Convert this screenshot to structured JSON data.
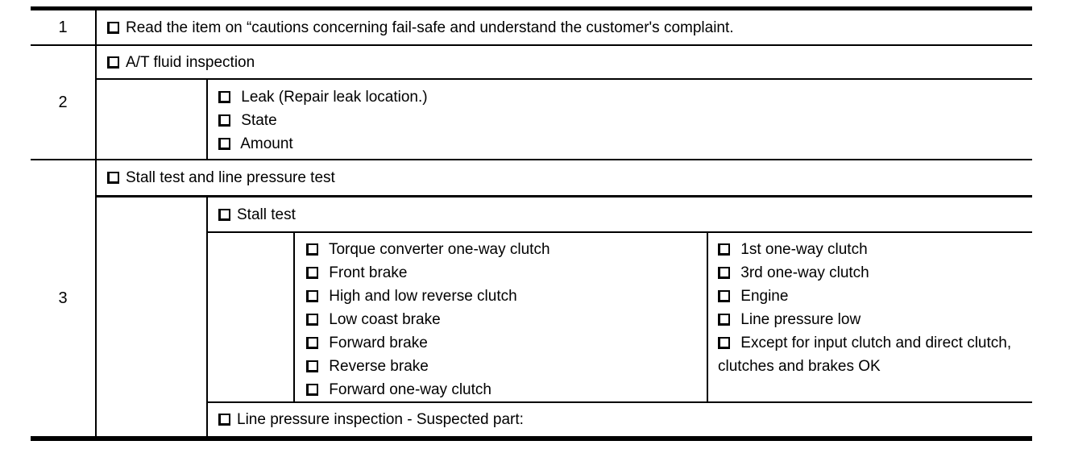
{
  "page": {
    "background": "#ffffff",
    "border_color": "#000000",
    "text_color": "#000000"
  },
  "checklist": {
    "rows": [
      {
        "number": "1",
        "text": "Read the item on “cautions concerning fail-safe and understand the customer's complaint."
      },
      {
        "number": "2",
        "header": "A/T fluid inspection",
        "sub_items": [
          "Leak (Repair leak location.)",
          "State",
          "Amount"
        ]
      },
      {
        "number": "3",
        "header": "Stall test and line pressure test",
        "stall_test_label": "Stall test",
        "stall_results_left": [
          "Torque converter one-way clutch",
          "Front brake",
          "High and low reverse clutch",
          "Low coast brake",
          "Forward brake",
          "Reverse brake",
          "Forward one-way clutch"
        ],
        "stall_results_right": [
          "1st one-way clutch",
          "3rd one-way clutch",
          "Engine",
          "Line pressure low",
          "Except for input clutch and direct clutch, clutches and brakes OK"
        ],
        "line_pressure_label": "Line pressure inspection - Suspected part:"
      }
    ]
  }
}
